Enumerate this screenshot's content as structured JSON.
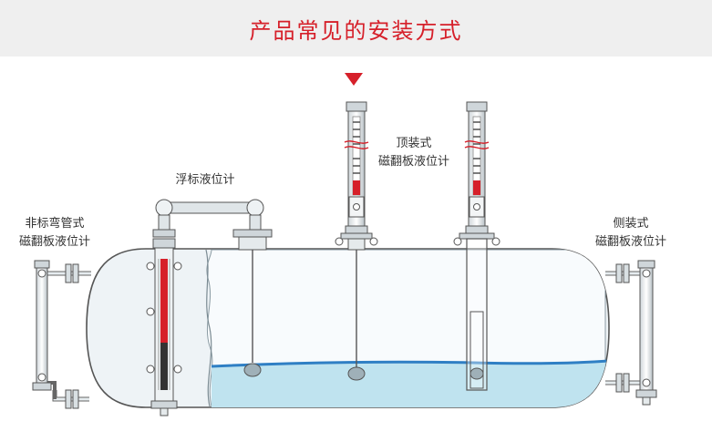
{
  "header": {
    "title": "产品常见的安装方式"
  },
  "labels": {
    "left_side": {
      "line1": "非标弯管式",
      "line2": "磁翻板液位计"
    },
    "float": {
      "line1": "浮标液位计"
    },
    "top": {
      "line1": "顶装式",
      "line2": "磁翻板液位计"
    },
    "right_side": {
      "line1": "侧装式",
      "line2": "磁翻板液位计"
    }
  },
  "colors": {
    "accent": "#d6202a",
    "header_bg": "#efefef",
    "liquid": "#bfe3ef",
    "liquid_line": "#2f7fc4",
    "outline": "#555555"
  },
  "icons": {
    "marker": "triangle-down"
  }
}
